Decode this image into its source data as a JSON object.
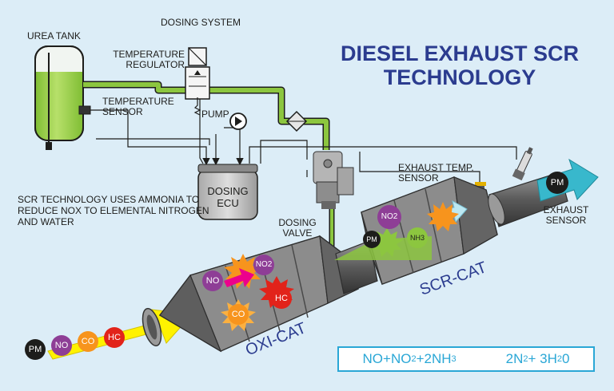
{
  "title": {
    "line1": "DIESEL EXHAUST SCR",
    "line2": "TECHNOLOGY"
  },
  "labels": {
    "urea_tank": "UREA TANK",
    "dosing_system": "DOSING SYSTEM",
    "temp_regulator_1": "TEMPERATURE",
    "temp_regulator_2": "REGULATOR",
    "temp_sensor_1": "TEMPERATURE",
    "temp_sensor_2": "SENSOR",
    "pump": "PUMP",
    "dosing_ecu_1": "DOSING",
    "dosing_ecu_2": "ECU",
    "dosing_valve_1": "DOSING",
    "dosing_valve_2": "VALVE",
    "exhaust_temp_sensor_1": "EXHAUST TEMP.",
    "exhaust_temp_sensor_2": "SENSOR",
    "exhaust_sensor_1": "EXHAUST",
    "exhaust_sensor_2": "SENSOR",
    "oxi_cat": "OXI-CAT",
    "scr_cat": "SCR-CAT"
  },
  "description": "SCR TECHNOLOGY USES AMMONIA TO REDUCE NOx TO ELEMENTAL NITROGEN AND WATER",
  "equation": {
    "left": "NO+NO",
    "sub1": "2",
    "mid": "+2NH",
    "sub2": "3",
    "right": "2N",
    "sub3": "2",
    "end": "+ 3H",
    "sub4": "2",
    "tail": "0"
  },
  "inlet_particles": [
    "PM",
    "NO",
    "CO",
    "HC"
  ],
  "oxicat_particles": [
    "NO",
    "NO2",
    "HC",
    "CO"
  ],
  "scrcat_particles": [
    "NO2",
    "PM",
    "NH3"
  ],
  "outlet_particle": "PM",
  "colors": {
    "background": "#dcedf7",
    "title": "#2b3c8f",
    "pipe_green": "#8cc63f",
    "urea_green": "#9fd04b",
    "converter_grey": "#6e6e6e",
    "equation_blue": "#2aa7d6"
  }
}
